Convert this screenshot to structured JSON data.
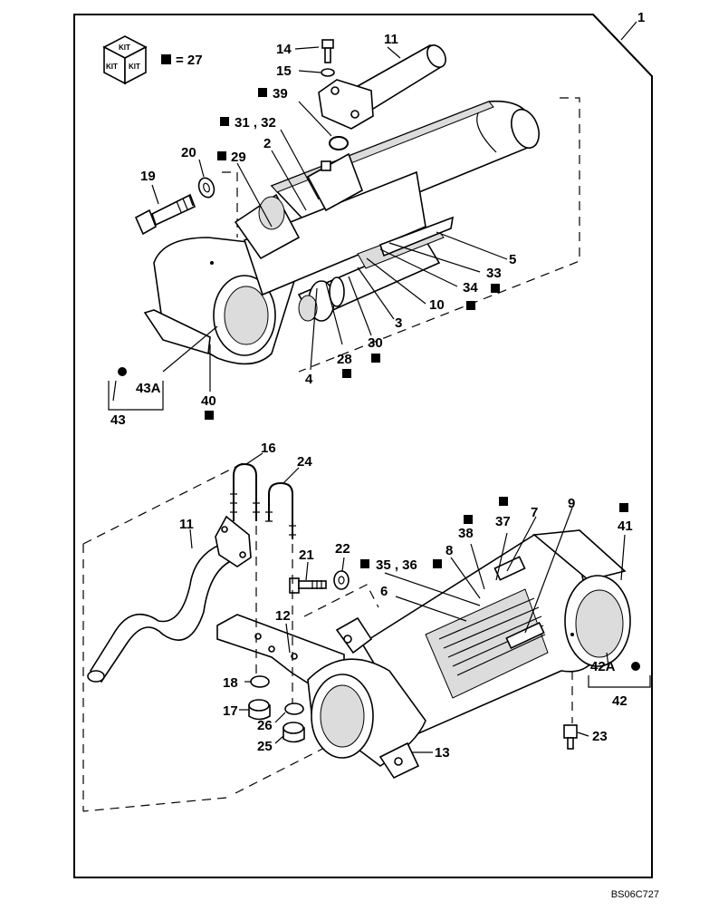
{
  "legend": {
    "kit_label": "KIT",
    "kit_equals": "= 27"
  },
  "callouts": {
    "assembly": "1",
    "c2": "2",
    "c3": "3",
    "c4": "4",
    "c5": "5",
    "c6": "6",
    "c7": "7",
    "c8": "8",
    "c9": "9",
    "c10": "10",
    "c11_top": "11",
    "c11_bottom": "11",
    "c12": "12",
    "c13": "13",
    "c14": "14",
    "c15": "15",
    "c16": "16",
    "c17": "17",
    "c18": "18",
    "c19": "19",
    "c20": "20",
    "c21": "21",
    "c22": "22",
    "c23": "23",
    "c24": "24",
    "c25": "25",
    "c26": "26",
    "c28": "28",
    "c29": "29",
    "c30": "30",
    "c31_32": "31 , 32",
    "c33": "33",
    "c34": "34",
    "c35_36": "35 , 36",
    "c37": "37",
    "c38": "38",
    "c39": "39",
    "c40": "40",
    "c41": "41",
    "c42": "42",
    "c42a": "42A",
    "c43": "43",
    "c43a": "43A"
  },
  "drawing_code": "BS06C727",
  "colors": {
    "line": "#000000",
    "background": "#ffffff",
    "shade": "#dcdcdc"
  }
}
